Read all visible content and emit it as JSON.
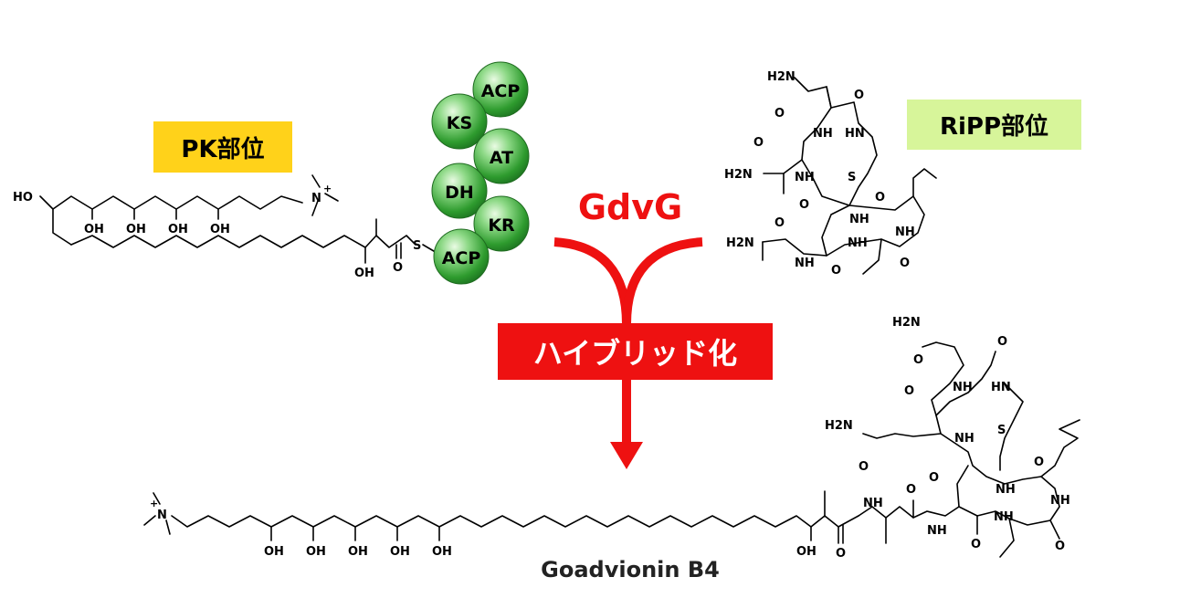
{
  "labels": {
    "pk_region": "PK部位",
    "ripp_region": "RiPP部位",
    "enzyme": "GdvG",
    "process": "ハイブリッド化",
    "product": "Goadvionin B4"
  },
  "domains": [
    "ACP",
    "KS",
    "AT",
    "DH",
    "KR",
    "ACP"
  ],
  "atoms": {
    "ho": "HO",
    "oh": "OH",
    "s": "S",
    "o": "O",
    "n": "N",
    "plus": "+",
    "nh": "NH",
    "hn": "HN",
    "h2n": "H2N"
  },
  "colors": {
    "accent_red": "#ee1111",
    "pk_tag_bg": "#ffd21a",
    "ripp_tag_bg": "#d7f59a",
    "domain_green": "#2e9b2e",
    "domain_light": "#a8e6a0"
  }
}
